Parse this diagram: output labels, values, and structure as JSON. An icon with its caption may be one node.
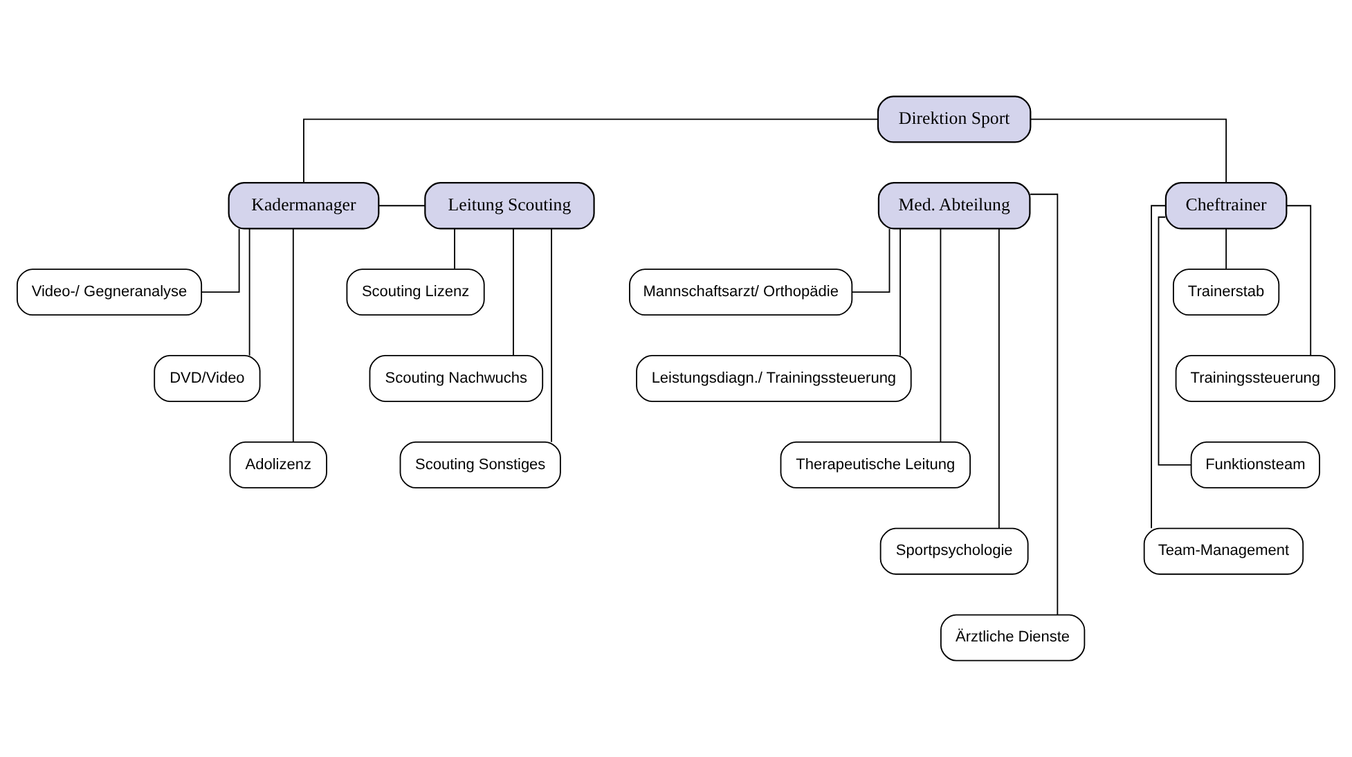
{
  "diagram": {
    "nodes": [
      {
        "text": [
          "Direktion Sport"
        ]
      },
      {
        "text": [
          "Kadermanager"
        ]
      },
      {
        "text": [
          "Leitung Scouting"
        ]
      },
      {
        "text": [
          "Med. Abteilung"
        ]
      },
      {
        "text": [
          "Cheftrainer"
        ]
      },
      {
        "text": [
          "Video-/ Gegneranalyse"
        ]
      },
      {
        "text": [
          "Scouting Lizenz"
        ]
      },
      {
        "text": [
          "DVD/Video"
        ]
      },
      {
        "text": [
          "Scouting Nachwuchs"
        ]
      },
      {
        "text": [
          "Adolizenz"
        ]
      },
      {
        "text": [
          "Scouting Sonstiges"
        ]
      },
      {
        "text": [
          "Mannschaftsarzt/ Orthopädie"
        ]
      },
      {
        "text": [
          "Leistungsdiagn./ Trainingssteuerung"
        ]
      },
      {
        "text": [
          "Therapeutische Leitung"
        ]
      },
      {
        "text": [
          "Sportpsychologie"
        ]
      },
      {
        "text": [
          "Ärztliche Dienste"
        ]
      },
      {
        "text": [
          "Trainerstab"
        ]
      },
      {
        "text": [
          "Trainingssteuerung"
        ]
      },
      {
        "text": [
          "Funktionsteam"
        ]
      },
      {
        "text": [
          "Team-Management"
        ]
      }
    ],
    "edges": [
      {
        "from": 0,
        "to": 1,
        "arrow": "none"
      },
      {
        "from": 0,
        "to": 4,
        "arrow": "none"
      },
      {
        "from": 1,
        "to": 2,
        "arrow": "none"
      },
      {
        "from": 1,
        "to": 5,
        "arrow": "none"
      },
      {
        "from": 1,
        "to": 7,
        "arrow": "none"
      },
      {
        "from": 1,
        "to": 9,
        "arrow": "none"
      },
      {
        "from": 2,
        "to": 6,
        "arrow": "none"
      },
      {
        "from": 2,
        "to": 8,
        "arrow": "none"
      },
      {
        "from": 2,
        "to": 10,
        "arrow": "none"
      },
      {
        "from": 3,
        "to": 11,
        "arrow": "none"
      },
      {
        "from": 3,
        "to": 12,
        "arrow": "none"
      },
      {
        "from": 3,
        "to": 13,
        "arrow": "none"
      },
      {
        "from": 3,
        "to": 14,
        "arrow": "none"
      },
      {
        "from": 3,
        "to": 15,
        "arrow": "none"
      },
      {
        "from": 4,
        "to": 16,
        "arrow": "none"
      },
      {
        "from": 4,
        "to": 17,
        "arrow": "none"
      },
      {
        "from": 4,
        "to": 18,
        "arrow": "none"
      },
      {
        "from": 4,
        "to": 19,
        "arrow": "none"
      }
    ]
  }
}
